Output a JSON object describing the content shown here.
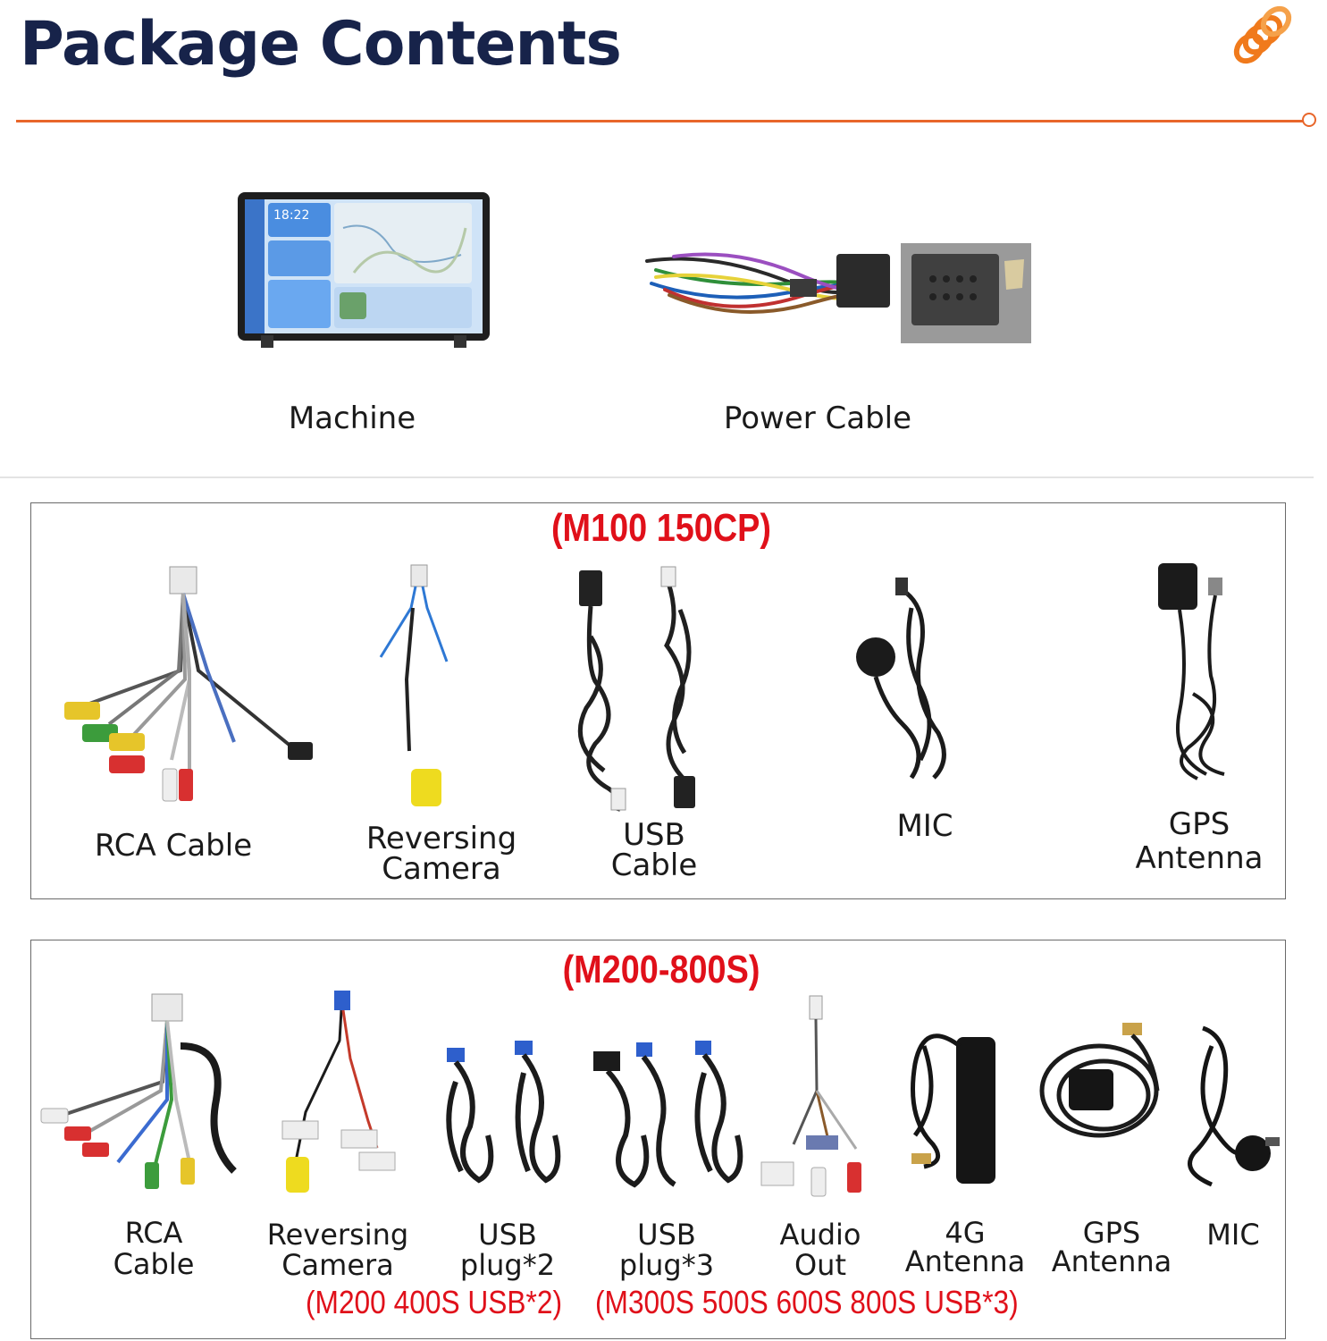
{
  "header": {
    "title": "Package Contents",
    "accent_color": "#e8662a",
    "title_color": "#17234a",
    "logo_icon": "orange-coil-logo"
  },
  "top_items": [
    {
      "label": "Machine",
      "icon": "head-unit-screen"
    },
    {
      "label": "Power Cable",
      "icon": "wiring-harness"
    }
  ],
  "screen": {
    "time": "18:22"
  },
  "group1": {
    "model": "(M100 150CP)",
    "items": [
      {
        "label_lines": [
          "RCA Cable"
        ],
        "icon": "rca-cable"
      },
      {
        "label_lines": [
          "Reversing",
          "Camera"
        ],
        "icon": "reversing-camera-cable"
      },
      {
        "label_lines": [
          "USB",
          "Cable"
        ],
        "icon": "usb-cable"
      },
      {
        "label_lines": [
          "MIC"
        ],
        "icon": "microphone"
      },
      {
        "label_lines": [
          "GPS",
          "Antenna"
        ],
        "icon": "gps-antenna"
      }
    ]
  },
  "group2": {
    "model": "(M200-800S)",
    "items": [
      {
        "label_lines": [
          "RCA",
          "Cable"
        ],
        "icon": "rca-cable"
      },
      {
        "label_lines": [
          "Reversing",
          "Camera"
        ],
        "icon": "reversing-camera-cable"
      },
      {
        "label_lines": [
          "USB",
          "plug*2"
        ],
        "icon": "usb-plug-2"
      },
      {
        "label_lines": [
          "USB",
          "plug*3"
        ],
        "icon": "usb-plug-3"
      },
      {
        "label_lines": [
          "Audio",
          "Out"
        ],
        "icon": "audio-out-cable"
      },
      {
        "label_lines": [
          "4G",
          "Antenna"
        ],
        "icon": "4g-antenna"
      },
      {
        "label_lines": [
          "GPS",
          "Antenna"
        ],
        "icon": "gps-antenna"
      },
      {
        "label_lines": [
          "MIC"
        ],
        "icon": "microphone"
      }
    ],
    "notes": [
      "(M200 400S USB*2)",
      "(M300S 500S 600S 800S USB*3)"
    ]
  },
  "colors": {
    "model_red": "#e0101a"
  }
}
